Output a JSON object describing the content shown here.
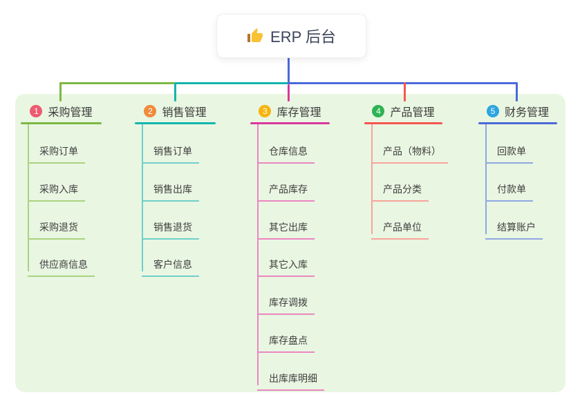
{
  "root": {
    "title": "ERP 后台",
    "icon": "thumbs-up-icon",
    "stem_color": "#4a69d8",
    "box_bg": "#ffffff"
  },
  "panel": {
    "bg": "#e9f6e2"
  },
  "branches": [
    {
      "badge": "1",
      "label": "采购管理",
      "color": "#7bb844",
      "badge_color": "#ee5a71",
      "child_color": "#a9d37f",
      "children": [
        "采购订单",
        "采购入库",
        "采购退货",
        "供应商信息"
      ]
    },
    {
      "badge": "2",
      "label": "销售管理",
      "color": "#12b5ae",
      "badge_color": "#f08a3c",
      "child_color": "#6fcfc8",
      "children": [
        "销售订单",
        "销售出库",
        "销售退货",
        "客户信息"
      ]
    },
    {
      "badge": "3",
      "label": "库存管理",
      "color": "#d9379e",
      "badge_color": "#f6b40e",
      "child_color": "#ea86c0",
      "children": [
        "仓库信息",
        "产品库存",
        "其它出库",
        "其它入库",
        "库存调拨",
        "库存盘点",
        "出库库明细"
      ]
    },
    {
      "badge": "4",
      "label": "产品管理",
      "color": "#f4564e",
      "badge_color": "#2eb353",
      "child_color": "#f8a39b",
      "children": [
        "产品（物料）",
        "产品分类",
        "产品单位"
      ]
    },
    {
      "badge": "5",
      "label": "财务管理",
      "color": "#4a69d8",
      "badge_color": "#2ca5e0",
      "child_color": "#8fa7e0",
      "children": [
        "回款单",
        "付款单",
        "结算账户"
      ]
    }
  ]
}
